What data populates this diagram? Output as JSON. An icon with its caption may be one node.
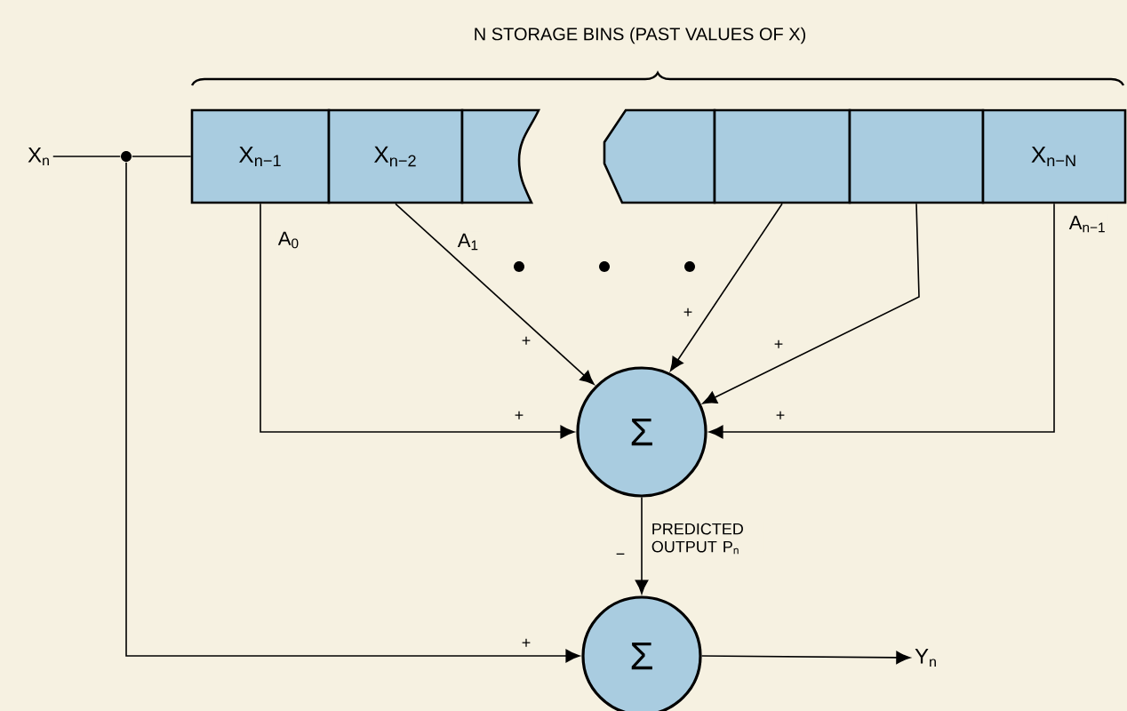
{
  "diagram": {
    "nodes": [
      {
        "text": [
          "X$_{n}$"
        ]
      },
      {
        "text": [],
        "shape": "circle"
      },
      {
        "text": [
          "X$_{n−1}$"
        ]
      },
      {
        "text": [
          "X$_{n−2}$"
        ]
      },
      {
        "text": [],
        "shape": "box"
      },
      {
        "text": [],
        "shape": "box"
      },
      {
        "text": [],
        "shape": "box"
      },
      {
        "text": [],
        "shape": "box"
      },
      {
        "text": [
          "X$_{n−N}$"
        ]
      },
      {
        "text": [
          "Σ"
        ]
      },
      {
        "text": [
          "Σ"
        ]
      },
      {
        "text": [
          "Y$_{n}$"
        ]
      }
    ],
    "edges": [
      {
        "from": 0,
        "to": 1,
        "arrow": "none"
      },
      {
        "from": 1,
        "to": 2,
        "arrow": "none"
      },
      {
        "from": 1,
        "to": 10,
        "arrow": "to"
      },
      {
        "from": 2,
        "to": 9,
        "arrow": "to",
        "label": "A$_{0}$"
      },
      {
        "from": 3,
        "to": 9,
        "arrow": "to",
        "label": "A$_{1}$"
      },
      {
        "from": 6,
        "to": 9,
        "arrow": "to"
      },
      {
        "from": 7,
        "to": 9,
        "arrow": "to"
      },
      {
        "from": 8,
        "to": 9,
        "arrow": "to",
        "label": "A$_{n−1}$"
      },
      {
        "from": 9,
        "to": 10,
        "arrow": "to",
        "label": "PREDICTED OUTPUT P$_{n}$"
      },
      {
        "from": 10,
        "to": 11,
        "arrow": "to"
      }
    ],
    "labels": [
      "N STORAGE BINS (PAST VALUES OF X)",
      "+",
      "+",
      "+",
      "+",
      "+",
      "−",
      "+"
    ]
  }
}
